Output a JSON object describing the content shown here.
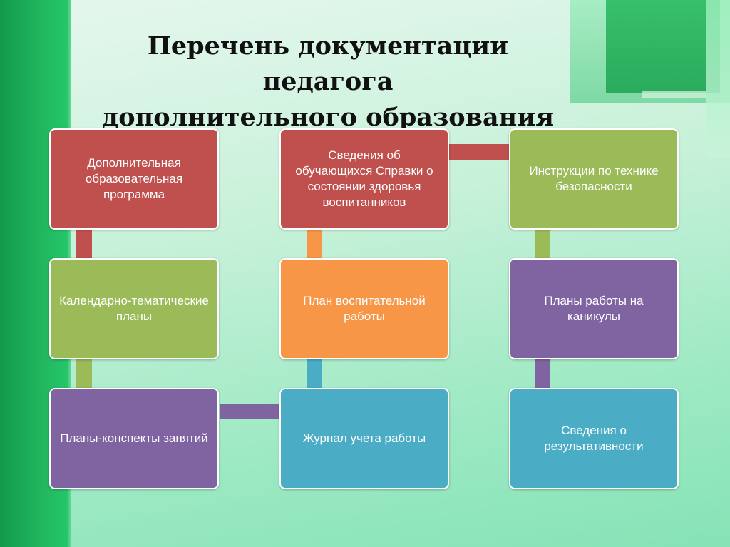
{
  "title": {
    "line1": "Перечень документации педагога",
    "line2": "дополнительного образования"
  },
  "boxes": [
    {
      "text": "Дополнительная образовательная программа",
      "color": "#c0504d"
    },
    {
      "text": "Сведения об обучающихся Справки о состоянии здоровья воспитанников",
      "color": "#c0504d"
    },
    {
      "text": "Инструкции по технике безопасности",
      "color": "#9bbb59"
    },
    {
      "text": "Календарно-тематические планы",
      "color": "#9bbb59"
    },
    {
      "text": "План воспитательной работы",
      "color": "#f79646"
    },
    {
      "text": "Планы работы на каникулы",
      "color": "#8064a2"
    },
    {
      "text": "Планы-конспекты занятий",
      "color": "#8064a2"
    },
    {
      "text": "Журнал учета работы",
      "color": "#4bacc6"
    },
    {
      "text": "Сведения о результативности",
      "color": "#4bacc6"
    }
  ],
  "connector_colors": {
    "red": "#c0504d",
    "green": "#9bbb59",
    "orange": "#f79646",
    "purple": "#8064a2",
    "blue": "#4bacc6"
  }
}
